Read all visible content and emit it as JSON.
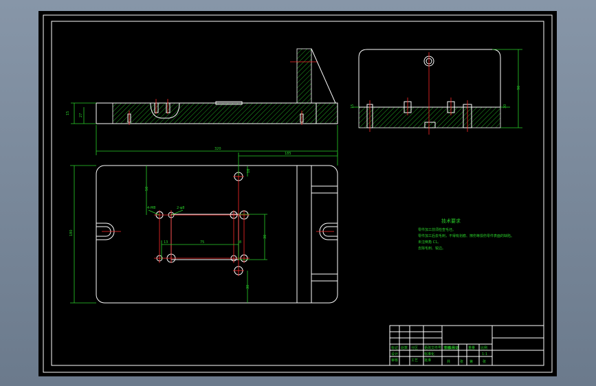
{
  "drawing": {
    "tech_title": "技术要求",
    "tech_notes": [
      "零件加工前须检查毛坯。",
      "零件加工后去毛刺，不得有划痕、擦伤等损伤零件表面的缺陷。",
      "未注倒角 C1。",
      "去除毛刺、锐边。"
    ],
    "dimensions": {
      "front_length": "320",
      "front_h1": "15",
      "front_h2": "27",
      "plan_width": "185",
      "plan_height": "180",
      "hole_a": "16",
      "hole_b": "50",
      "slot_len": "75",
      "slot_w": "30",
      "offset_a": "13",
      "offset_b": "8",
      "bottom_off": "30",
      "side_view_h": "90",
      "side_view_l": "15",
      "side_view_r": "30",
      "note_hole": "4-M8",
      "note_pin": "2-φ8"
    },
    "title_block": {
      "r1": [
        "标记",
        "处数",
        "分区",
        "更改文件号",
        "签名",
        "年月日"
      ],
      "r2": [
        "设计",
        "",
        "标准化",
        "",
        "阶段标记",
        "重量",
        "比例"
      ],
      "r3": [
        "审核",
        ""
      ],
      "r4": [
        "工艺",
        "",
        "批准",
        "",
        "共",
        "张",
        "第",
        "张"
      ],
      "scale": "1:1"
    }
  },
  "colors": {
    "line": "#ffffff",
    "dim": "#2ad12a",
    "center": "#ff2a2a",
    "background": "#000000"
  }
}
